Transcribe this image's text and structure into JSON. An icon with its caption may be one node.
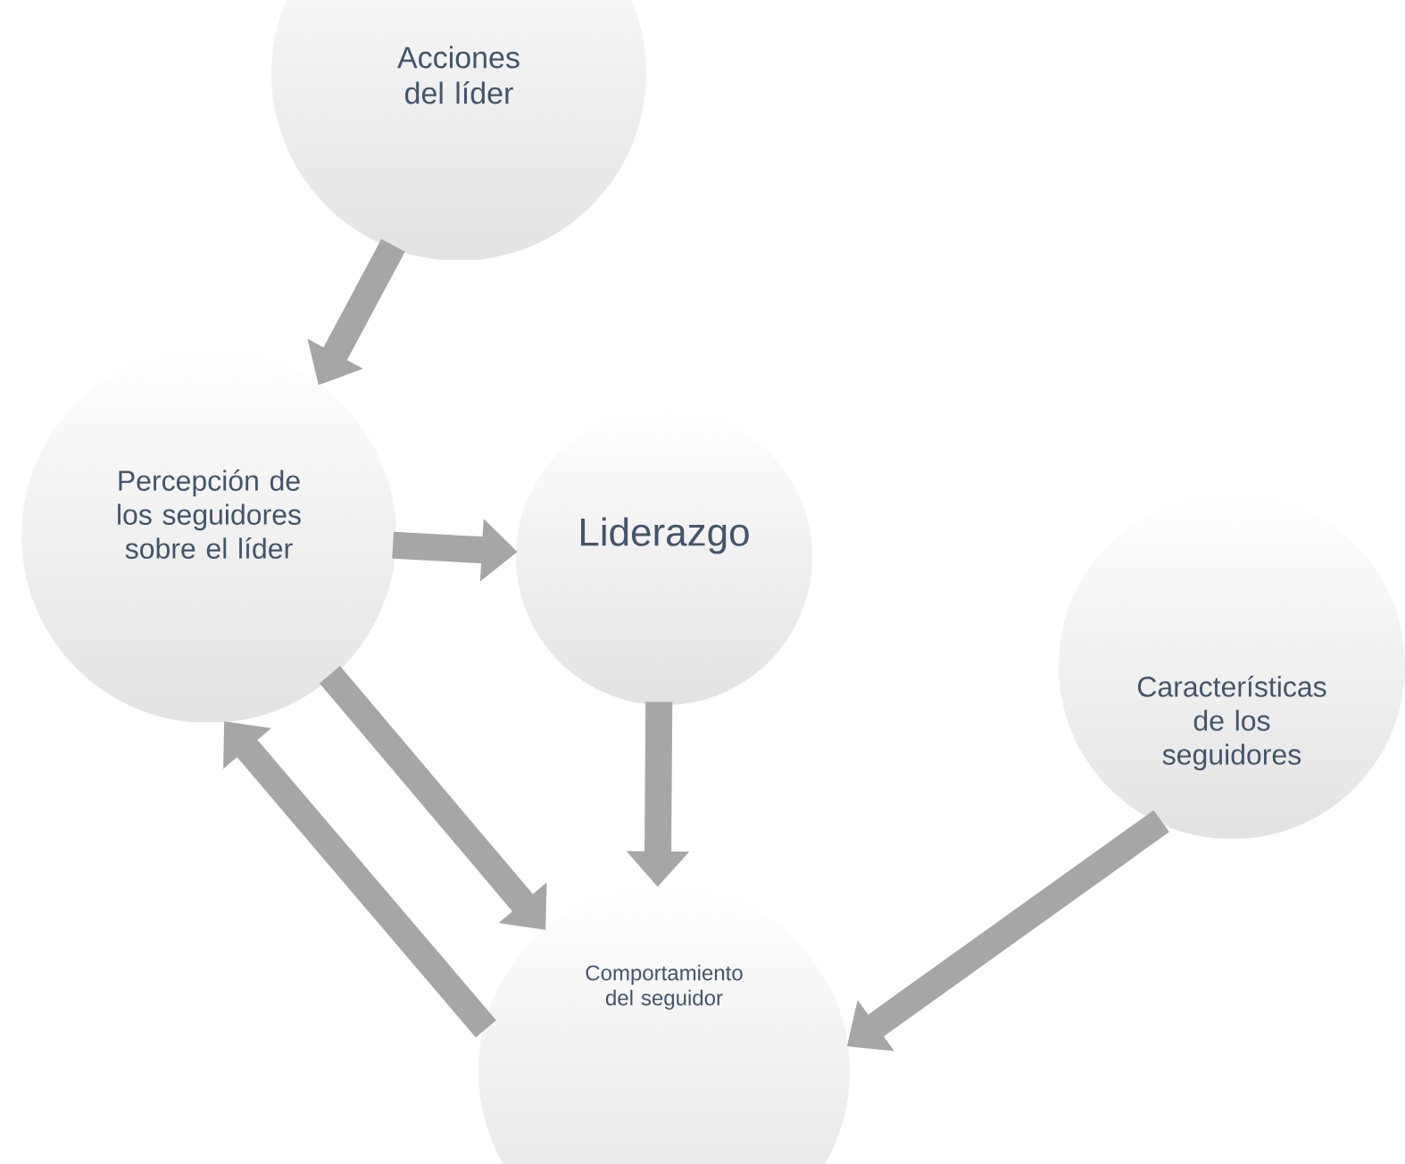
{
  "diagram": {
    "nodes": [
      {
        "text": [
          "Acciones del líder"
        ]
      },
      {
        "text": [
          "Percepción de los seguidores sobre el líder"
        ]
      },
      {
        "text": [
          "Liderazgo"
        ]
      },
      {
        "text": [
          "Características de los seguidores"
        ]
      },
      {
        "text": [
          "Comportamiento del seguidor"
        ]
      }
    ],
    "edges": [
      {
        "from": 0,
        "to": 1,
        "arrow": "to"
      },
      {
        "from": 1,
        "to": 2,
        "arrow": "to"
      },
      {
        "from": 2,
        "to": 4,
        "arrow": "to"
      },
      {
        "from": 3,
        "to": 4,
        "arrow": "to"
      },
      {
        "from": 1,
        "to": 4,
        "arrow": "to"
      },
      {
        "from": 4,
        "to": 1,
        "arrow": "to"
      }
    ]
  }
}
